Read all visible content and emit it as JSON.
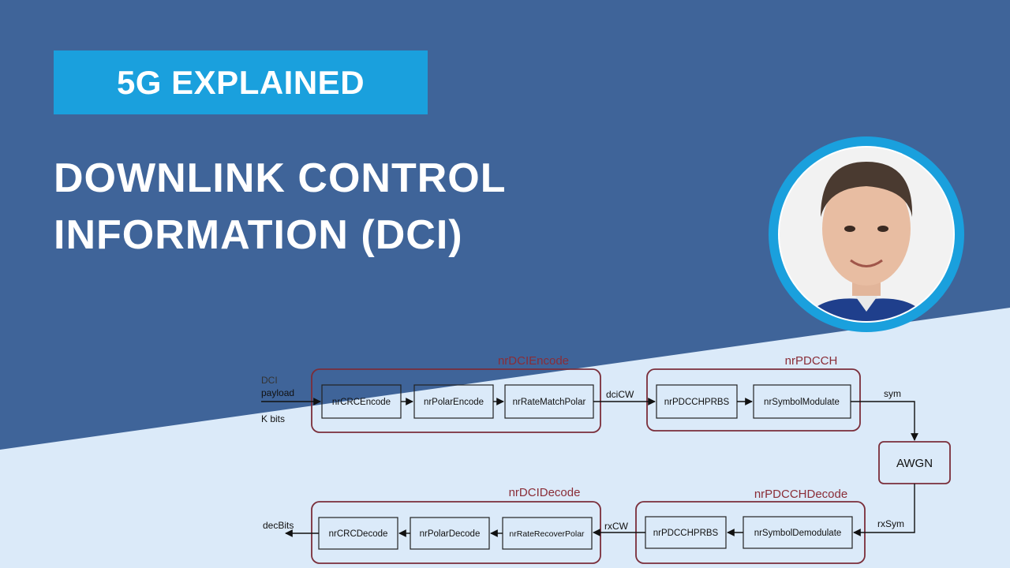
{
  "header": {
    "badge": "5G EXPLAINED",
    "title_line1": "DOWNLINK CONTROL",
    "title_line2": "INFORMATION (DCI)"
  },
  "colors": {
    "background": "#3f6499",
    "light_panel": "#dbeaf9",
    "badge": "#1aa0dd",
    "group_border": "#7a2e3a",
    "group_label": "#8a2d37"
  },
  "diagram": {
    "input_label": [
      "DCI",
      "payload",
      "K bits"
    ],
    "encode_group": "nrDCIEncode",
    "encode_blocks": [
      "nrCRCEncode",
      "nrPolarEncode",
      "nrRateMatchPolar"
    ],
    "dciCW": "dciCW",
    "pdcch_group": "nrPDCCH",
    "pdcch_blocks": [
      "nrPDCCHPRBS",
      "nrSymbolModulate"
    ],
    "sym": "sym",
    "awgn": "AWGN",
    "rxSym": "rxSym",
    "pdcch_decode_group": "nrPDCCHDecode",
    "pdcch_decode_blocks": [
      "nrPDCCHPRBS",
      "nrSymbolDemodulate"
    ],
    "rxCW": "rxCW",
    "decode_group": "nrDCIDecode",
    "decode_blocks": [
      "nrCRCDecode",
      "nrPolarDecode",
      "nrRateRecoverPolar"
    ],
    "output_label": "decBits"
  },
  "presenter": {
    "icon": "presenter-avatar-icon"
  }
}
